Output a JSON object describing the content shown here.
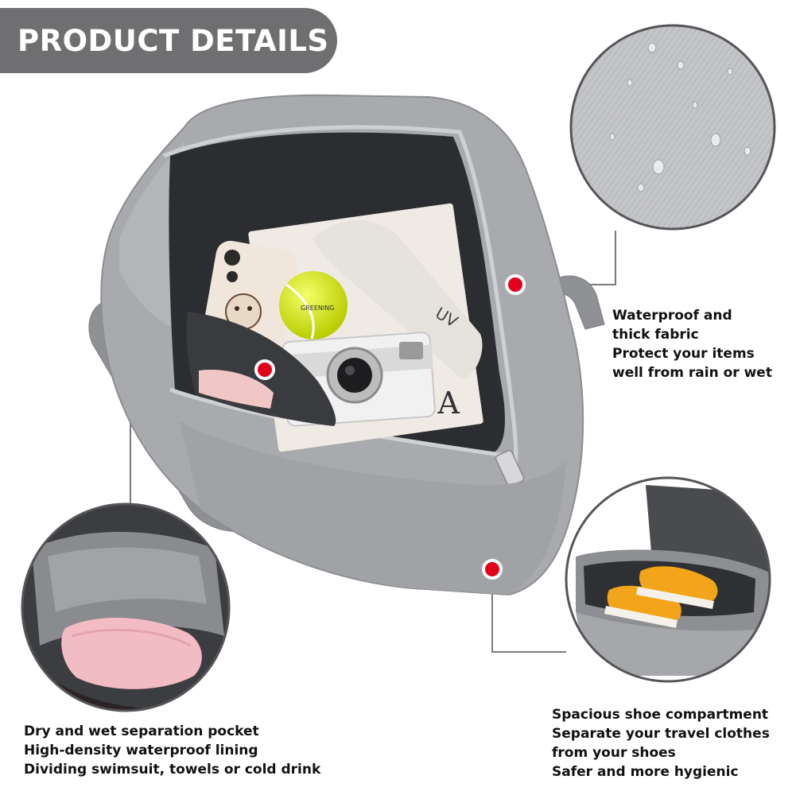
{
  "header": {
    "title": "PRODUCT DETAILS"
  },
  "product": {
    "color": "#a9aaad",
    "interior_color": "#2c2d30"
  },
  "hotspots": [
    "fabric",
    "pocket",
    "shoe-compartment"
  ],
  "callouts": {
    "fabric": {
      "lines": [
        "Waterproof and",
        "thick fabric",
        "Protect your items",
        "well from rain or wet"
      ]
    },
    "pocket": {
      "lines": [
        "Dry and wet separation pocket",
        "High-density waterproof lining",
        "Dividing swimsuit, towels or cold drink"
      ]
    },
    "shoes": {
      "lines": [
        "Spacious shoe compartment",
        "Separate your travel clothes",
        "from your shoes",
        "Safer and more hygienic"
      ]
    }
  },
  "items": {
    "tennis_ball_text": "GREENING",
    "umbrella_text": "UV",
    "magazine_text": "GA"
  },
  "colors": {
    "accent": "#e3001b",
    "header_bg": "#6f6f71",
    "line": "#7a7a7a",
    "text": "#111111"
  }
}
